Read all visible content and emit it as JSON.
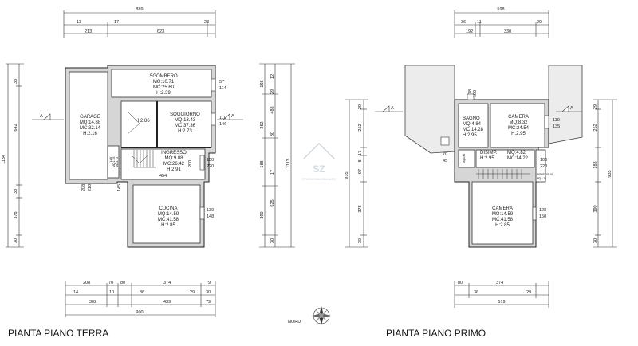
{
  "left_plan": {
    "title": "PIANTA PIANO TERRA",
    "top_dims": {
      "total": "889",
      "a": "13",
      "b": "17",
      "c": "23",
      "d": "213",
      "e": "623"
    },
    "bottom_dims": {
      "r1": [
        "208",
        "70",
        "80",
        "374",
        "79"
      ],
      "r2": [
        "14",
        "10",
        "36",
        "29",
        "30"
      ],
      "r3": [
        "302",
        "439",
        "79"
      ],
      "total": "900"
    },
    "left_dims": {
      "total": "1134",
      "a": "38",
      "b": "642",
      "c": "38",
      "d": "378",
      "e": "30"
    },
    "right_dims": {
      "a": "166",
      "b": "12",
      "c": "29",
      "d": "252",
      "e": "488",
      "f": "30",
      "g": "188",
      "h": "17",
      "i": "1113",
      "j": "390",
      "k": "625",
      "l": "30"
    },
    "rooms": [
      {
        "name": "SGOMBERO",
        "mq": "MQ:10.71",
        "mc": "MC:25.60",
        "h": "H:2.39"
      },
      {
        "name": "GARAGE",
        "mq": "MQ:14.88",
        "mc": "MC:32.14",
        "h": "H:2.16"
      },
      {
        "name": "SOGGIORNO",
        "mq": "MQ:13.43",
        "mc": "MC:37.36",
        "h": "H:2.73"
      },
      {
        "name": "INGRESSO",
        "mq": "MQ:9.08",
        "mc": "MC:26.42",
        "h": "H:2.91"
      },
      {
        "name": "CUCINA",
        "mq": "MQ:14.59",
        "mc": "MC:41.58",
        "h": "H:2.85"
      }
    ],
    "misc": {
      "h286": "H:2.86",
      "w454": "454",
      "d200": "200",
      "d208": "208",
      "d210": "210",
      "d145": "145",
      "lav1": "MQ:1.35",
      "lav2": "MC:2.72",
      "lav3": "LAV",
      "win1": [
        "57",
        "114"
      ],
      "win2": [
        "110",
        "146"
      ],
      "win3": [
        "100",
        "220"
      ],
      "win4": [
        "130",
        "148"
      ]
    }
  },
  "right_plan": {
    "title": "PIANTA PIANO PRIMO",
    "top_dims": {
      "total": "598",
      "a": "36",
      "b": "11",
      "c": "29",
      "d": "192",
      "e": "330"
    },
    "bottom_dims": {
      "r1": [
        "80",
        "374"
      ],
      "r2": [
        "36",
        "29"
      ],
      "total": "519"
    },
    "left_dims": {
      "a": "29",
      "b": "252",
      "c": "17",
      "d": "8",
      "e": "97",
      "f": "935",
      "g": "378",
      "h": "30"
    },
    "right_dims": {
      "a": "29",
      "b": "252",
      "c": "188",
      "d": "935",
      "e": "390",
      "f": "30"
    },
    "rooms": [
      {
        "name": "BAGNO",
        "mq": "MQ:4.84",
        "mc": "MC:14.28",
        "h": "H:2.95"
      },
      {
        "name": "CAMERA",
        "mq": "MQ:8.32",
        "mc": "MC:24.54",
        "h": "H:2.95"
      },
      {
        "name": "DISIMP.",
        "mq": "MQ:4.82",
        "mc": "MC:14.22",
        "h": "H:2.95"
      },
      {
        "name": "CAMERA",
        "mq": "MQ:14.59",
        "mc": "MC:41.58",
        "h": "H:2.85"
      }
    ],
    "misc": {
      "win1": [
        "78",
        "100"
      ],
      "win2": [
        "110",
        "135"
      ],
      "win3": [
        "100",
        "220"
      ],
      "win4": [
        "128",
        "150"
      ],
      "w70": "70",
      "w45": "45",
      "rip1": "RIPOSTIGLIO",
      "rip2": "MQ:1.71",
      "small": "MQ:0.82"
    }
  },
  "compass": {
    "label": "NORD"
  },
  "watermark": {
    "main": "SZ",
    "sub": "STUDIO IMMOBILIARE"
  },
  "section_mark": "A"
}
